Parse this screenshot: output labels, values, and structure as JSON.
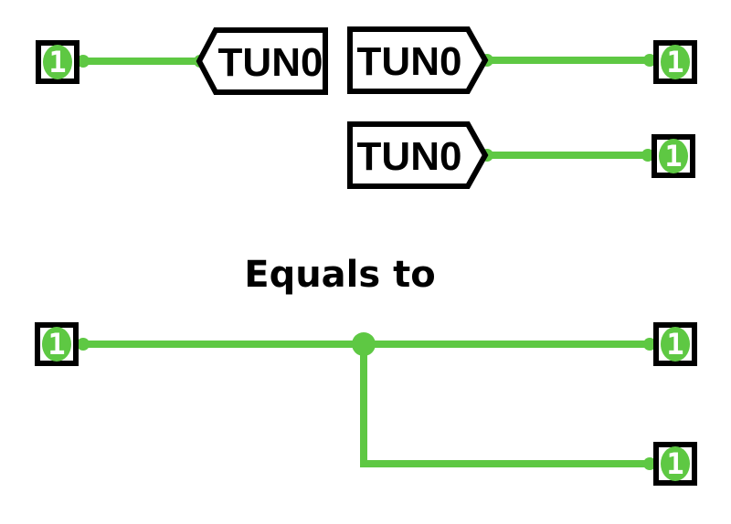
{
  "figure": {
    "caption": "Equals to",
    "colors": {
      "wire": "#5ec843",
      "outline": "#000000",
      "background": "#ffffff",
      "pin_number": "#ffffff"
    },
    "net_labels": [
      {
        "text": "TUN0"
      },
      {
        "text": "TUN0"
      },
      {
        "text": "TUN0"
      }
    ],
    "pins": [
      {
        "number": "1"
      },
      {
        "number": "1"
      },
      {
        "number": "1"
      },
      {
        "number": "1"
      },
      {
        "number": "1"
      },
      {
        "number": "1"
      }
    ]
  }
}
